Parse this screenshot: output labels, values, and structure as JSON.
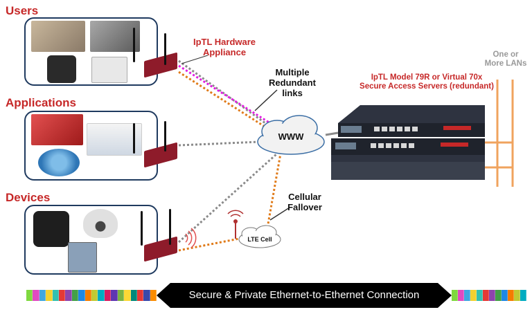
{
  "sections": [
    {
      "title": "Users"
    },
    {
      "title": "Applications"
    },
    {
      "title": "Devices"
    }
  ],
  "labels": {
    "hardware_appliance": "IpTL Hardware\nAppliance",
    "multiple_links": "Multiple\nRedundant\nlinks",
    "www": "WWW",
    "servers": "IpTL Model 79R or Virtual 70x\nSecure Access Servers (redundant)",
    "lans": "One or\nMore LANs",
    "cellular": "Cellular\nFallover",
    "lte": "LTE Cell",
    "banner": "Secure & Private Ethernet-to-Ethernet Connection"
  },
  "colors": {
    "title_red": "#c62828",
    "box_border": "#1f3a5f",
    "magenta_link": "#e21ee2",
    "orange_link": "#e07b1a",
    "gray_link": "#8a8a8a",
    "lan_orange": "#f0a35e",
    "banner_bg": "#000000"
  },
  "strip_colors": [
    "#7fd93f",
    "#e04ac1",
    "#3fa7e0",
    "#f2d130",
    "#33c0b0",
    "#e53935",
    "#8e44ad",
    "#43a047",
    "#1e88e5",
    "#f57c00",
    "#c0ca33",
    "#00acc1",
    "#d81b60",
    "#5e35b1",
    "#7cb342",
    "#fdd835",
    "#00897b",
    "#e53935",
    "#3949ab",
    "#fb8c00"
  ]
}
